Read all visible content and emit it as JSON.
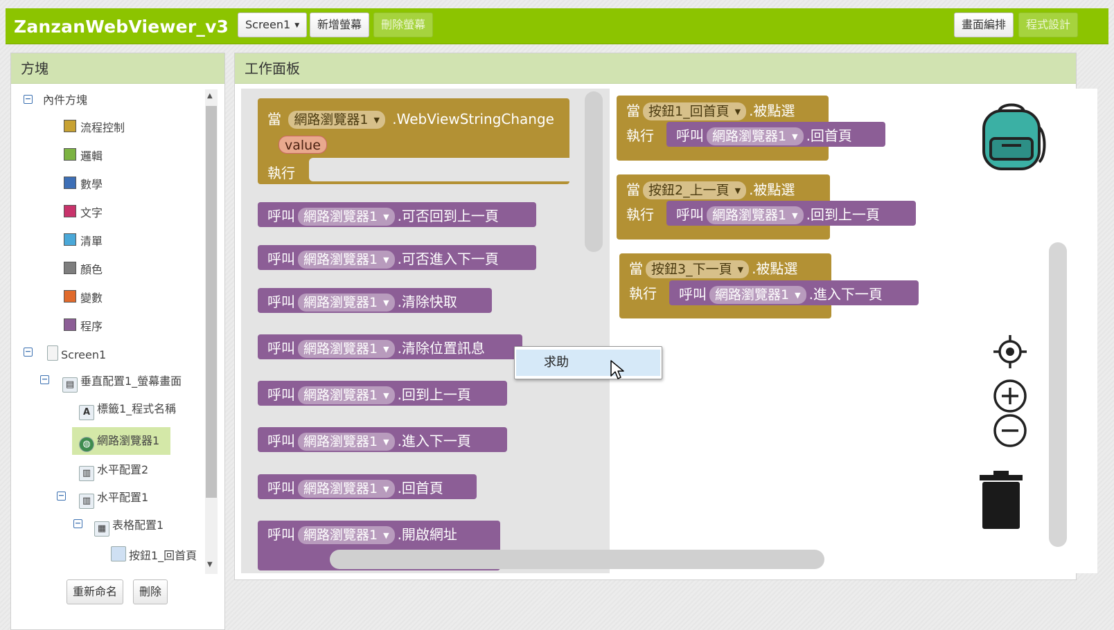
{
  "app": {
    "title": "ZanzanWebViewer_v3",
    "screen_select": "Screen1",
    "add_screen": "新增螢幕",
    "remove_screen": "刪除螢幕",
    "designer": "畫面編排",
    "blocks": "程式設計"
  },
  "blocks_panel": {
    "title": "方塊",
    "builtin": "內件方塊",
    "categories": [
      {
        "label": "流程控制",
        "color": "#c8a233"
      },
      {
        "label": "邏輯",
        "color": "#7cb342"
      },
      {
        "label": "數學",
        "color": "#3d6fb6"
      },
      {
        "label": "文字",
        "color": "#c8336b"
      },
      {
        "label": "清單",
        "color": "#4aa8d8"
      },
      {
        "label": "顏色",
        "color": "#7e7e7e"
      },
      {
        "label": "變數",
        "color": "#e06a2c"
      },
      {
        "label": "程序",
        "color": "#8c5e96"
      }
    ],
    "components": {
      "screen": "Screen1",
      "vertical": "垂直配置1_螢幕畫面",
      "label": "標籤1_程式名稱",
      "webviewer": "網路瀏覽器1",
      "horizontal2": "水平配置2",
      "horizontal1": "水平配置1",
      "table": "表格配置1",
      "button1": "按鈕1_回首頁"
    },
    "rename": "重新命名",
    "delete": "刪除"
  },
  "workspace": {
    "title": "工作面板",
    "when": "當",
    "do": "執行",
    "call": "呼叫",
    "component": "網路瀏覽器1",
    "event_name": ".WebViewStringChange",
    "param": "value",
    "flyout_methods": [
      ".可否回到上一頁",
      ".可否進入下一頁",
      ".清除快取",
      ".清除位置訊息",
      ".回到上一頁",
      ".進入下一頁",
      ".回首頁",
      ".開啟網址"
    ],
    "handlers": [
      {
        "button": "按鈕1_回首頁",
        "event": ".被點選",
        "method": ".回首頁"
      },
      {
        "button": "按鈕2_上一頁",
        "event": ".被點選",
        "method": ".回到上一頁"
      },
      {
        "button": "按鈕3_下一頁",
        "event": ".被點選",
        "method": ".進入下一頁"
      }
    ],
    "context_menu_help": "求助"
  }
}
